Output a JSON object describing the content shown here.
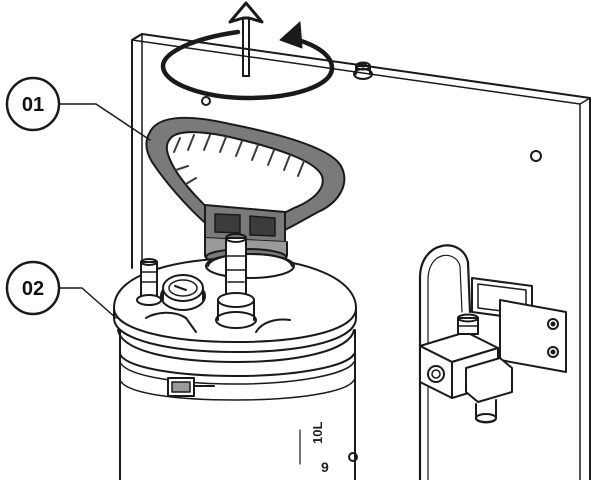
{
  "callouts": [
    {
      "id": "01",
      "label": "01",
      "target": "lid-handle"
    },
    {
      "id": "02",
      "label": "02",
      "target": "tank"
    }
  ],
  "tank_labels": {
    "capacity": "10L",
    "partial": "9"
  },
  "colors": {
    "line": "#1a1a1a",
    "handle_fill": "#7a7a7a",
    "handle_dark": "#3c3c3c",
    "handle_light": "#9a9a9a",
    "panel_fill": "#ffffff"
  },
  "icons": {
    "rotation": "rotate-arrow-icon",
    "direction": "up-arrow-icon"
  }
}
